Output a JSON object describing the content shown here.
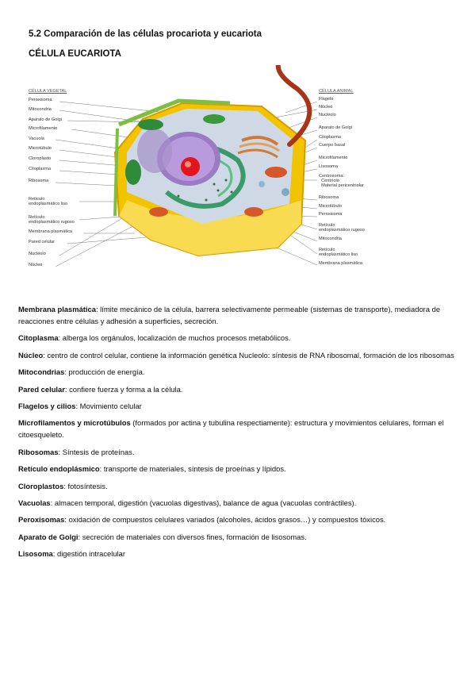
{
  "document": {
    "section_title": "5.2 Comparación de las células procariota y eucariota",
    "subsection_title": "CÉLULA EUCARIOTA"
  },
  "figure": {
    "plant_title": "CÉLULA VEGETAL",
    "animal_title": "CÉLULA ANIMAL",
    "left_labels": [
      "Peroxisoma",
      "Mitocondria",
      "Aparato de Golgi",
      "Microfilamento",
      "Vacuola",
      "Microtúbulo",
      "Cloroplasto",
      "Citoplasma",
      "Ribosoma",
      "Retículo\nendoplasmático liso",
      "Retículo\nendoplasmático rugoso",
      "Membrana plasmática",
      "Pared celular",
      "Nucléolo",
      "Núcleo"
    ],
    "right_labels": [
      "Flagelo",
      "Núcleo",
      "Nucléolo",
      "Aparato de Golgi",
      "Citoplasma",
      "Cuerpo basal",
      "Microfilamento",
      "Lisosoma",
      "Centrosoma:\n  Centríolo\n  Material pericentriolar",
      "Ribosoma",
      "Microtúbulo",
      "Peroxisoma",
      "Retículo\nendoplasmático rugoso",
      "Mitocondria",
      "Retículo\nendoplasmático liso",
      "Membrana plasmática"
    ]
  },
  "definitions": [
    {
      "term": "Membrana plasmática",
      "text": ": límite mecánico de la célula, barrera selectivamente permeable (sistemas de transporte), mediadora de reacciones entre células y adhesión a superficies, secreción."
    },
    {
      "term": "Citoplasma",
      "text": ": alberga los orgánulos, localización de muchos procesos metabólicos."
    },
    {
      "term": "Núcleo",
      "text": ": centro de control celular, contiene la información genética Nucleolo: síntesis de RNA ribosomal, formación de los ribosomas"
    },
    {
      "term": "Mitocondrias",
      "text": ": producción de energía."
    },
    {
      "term": "Pared celular",
      "text": ": confiere fuerza y forma a la célula."
    },
    {
      "term": "Flagelos y cilios",
      "text": ": Movimiento celular"
    },
    {
      "term": "Microfilamentos y microtúbulos",
      "text": " (formados por actina y tubulina respectiamente): estructura y movimientos celulares, forman el citoesqueleto."
    },
    {
      "term": "Ribosomas",
      "text": ": Síntesis de proteínas."
    },
    {
      "term": " Retículo endoplásmico",
      "text": ": transporte de materiales, síntesis de proeínas y lípidos."
    },
    {
      "term": "Cloroplastos",
      "text": ": fotosíntesis."
    },
    {
      "term": " Vacuolas",
      "text": ": almacen temporal, digestión (vacuolas digestivas), balance de agua (vacuolas contráctiles)."
    },
    {
      "term": "Peroxisomas",
      "text": ": oxidación de compuestos celulares variados (alcoholes, ácidos grasos…) y compuestos tóxicos."
    },
    {
      "term": "Aparato de Golgi",
      "text": ": secreción de materiales con diversos fines, formación de lisosomas."
    },
    {
      "term": " Lisosoma",
      "text": ": digestión intracelular"
    }
  ]
}
